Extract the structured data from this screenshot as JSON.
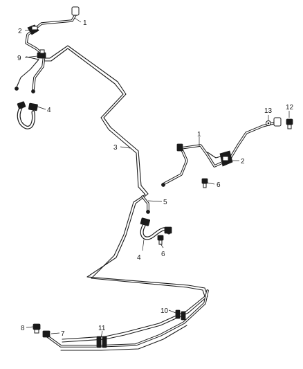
{
  "callouts": {
    "c1_top": "1",
    "c2_top": "2",
    "c9": "9",
    "c4_top": "4",
    "c3": "3",
    "c1_mid": "1",
    "c13": "13",
    "c12": "12",
    "c2_mid": "2",
    "c6_mid": "6",
    "c5": "5",
    "c4_low": "4",
    "c6_low": "6",
    "c10": "10",
    "c11": "11",
    "c8": "8",
    "c7": "7"
  }
}
